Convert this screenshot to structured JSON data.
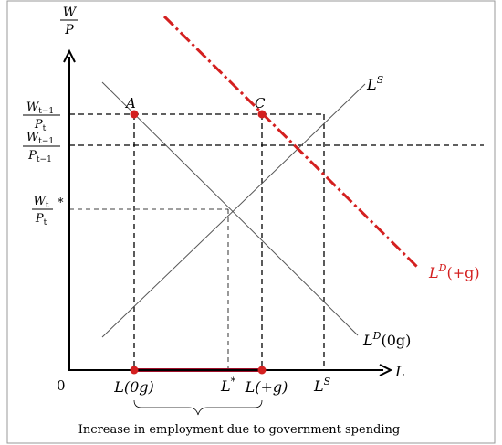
{
  "labels": {
    "y_axis_num": "W",
    "y_axis_den": "P",
    "x_axis": "L",
    "origin": "0",
    "wage1_num": "W",
    "wage1_num_sub": "t−1",
    "wage1_den": "P",
    "wage1_den_sub": "t",
    "wage2_num": "W",
    "wage2_num_sub": "t−1",
    "wage2_den": "P",
    "wage2_den_sub": "t−1",
    "wage3_num": "W",
    "wage3_num_sub": "t",
    "wage3_star": "*",
    "wage3_den": "P",
    "wage3_den_sub": "t",
    "point_a": "A",
    "point_c": "C",
    "ls_curve": "L",
    "ls_curve_sup": "S",
    "ld0_curve": "L",
    "ld0_sup": "D",
    "ld0_arg": "(0g)",
    "ldg_curve": "L",
    "ldg_sup": "D",
    "ldg_arg": "(+g)",
    "tick_l0g": "L(0g)",
    "tick_lstar": "L",
    "tick_lstar_sup": "*",
    "tick_lg": "L(+g)",
    "tick_ls": "L",
    "tick_ls_sup": "S",
    "caption": "Increase in employment due to government spending"
  },
  "colors": {
    "shift_curve": "#d42020",
    "employment_segment": "#a0102a",
    "points": "#d42020",
    "axes": "#000000",
    "curves": "#555555"
  }
}
